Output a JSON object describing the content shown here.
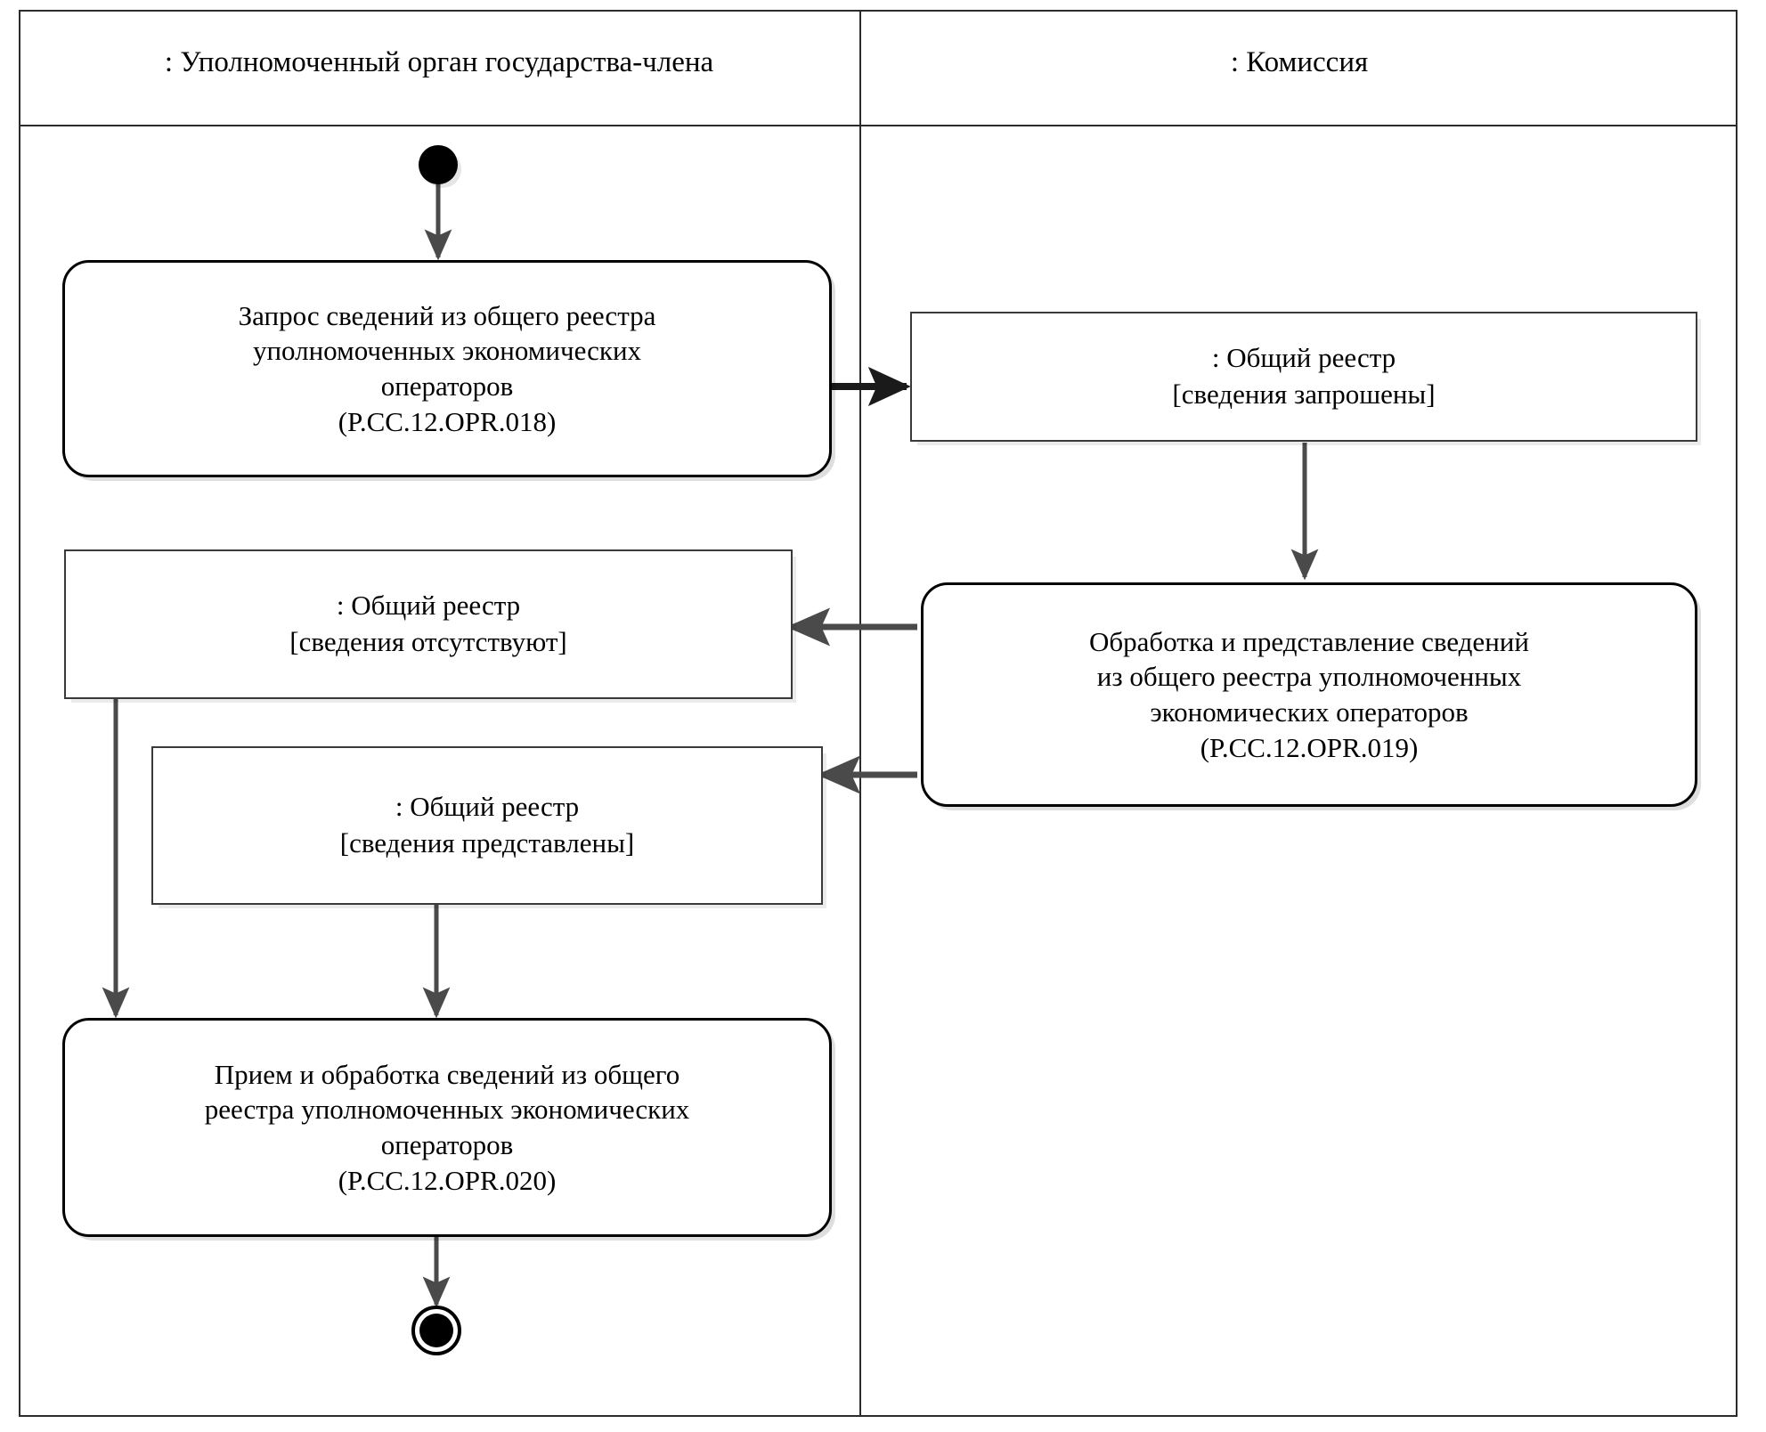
{
  "diagram": {
    "type": "uml-activity-diagram",
    "lanes": [
      {
        "id": "lane-member-state",
        "title": ": Уполномоченный орган государства-члена"
      },
      {
        "id": "lane-commission",
        "title": ": Комиссия"
      }
    ],
    "nodes": {
      "start": {
        "kind": "initial-node",
        "lane": "lane-member-state"
      },
      "activity_018": {
        "kind": "activity",
        "lane": "lane-member-state",
        "lines": [
          "Запрос сведений из общего реестра",
          "уполномоченных экономических",
          "операторов",
          "(P.CC.12.OPR.018)"
        ],
        "code": "P.CC.12.OPR.018"
      },
      "object_requested": {
        "kind": "object-node",
        "lane": "lane-commission",
        "lines": [
          ": Общий реестр",
          "[сведения запрошены]"
        ],
        "name": ": Общий реестр",
        "state": "[сведения запрошены]"
      },
      "activity_019": {
        "kind": "activity",
        "lane": "lane-commission",
        "lines": [
          "Обработка и представление сведений",
          "из общего реестра уполномоченных",
          "экономических операторов",
          "(P.CC.12.OPR.019)"
        ],
        "code": "P.CC.12.OPR.019"
      },
      "object_absent": {
        "kind": "object-node",
        "lane": "lane-member-state",
        "lines": [
          ": Общий реестр",
          "[сведения отсутствуют]"
        ],
        "name": ": Общий реестр",
        "state": "[сведения отсутствуют]"
      },
      "object_provided": {
        "kind": "object-node",
        "lane": "lane-member-state",
        "lines": [
          ": Общий реестр",
          "[сведения представлены]"
        ],
        "name": ": Общий реестр",
        "state": "[сведения представлены]"
      },
      "activity_020": {
        "kind": "activity",
        "lane": "lane-member-state",
        "lines": [
          "Прием и обработка сведений из общего",
          "реестра уполномоченных экономических",
          "операторов",
          "(P.CC.12.OPR.020)"
        ],
        "code": "P.CC.12.OPR.020"
      },
      "end": {
        "kind": "final-node",
        "lane": "lane-member-state"
      }
    },
    "edges": [
      {
        "from": "start",
        "to": "activity_018",
        "label": ""
      },
      {
        "from": "activity_018",
        "to": "object_requested",
        "label": ""
      },
      {
        "from": "object_requested",
        "to": "activity_019",
        "label": ""
      },
      {
        "from": "activity_019",
        "to": "object_absent",
        "label": ""
      },
      {
        "from": "activity_019",
        "to": "object_provided",
        "label": ""
      },
      {
        "from": "object_absent",
        "to": "activity_020",
        "label": ""
      },
      {
        "from": "object_provided",
        "to": "activity_020",
        "label": ""
      },
      {
        "from": "activity_020",
        "to": "end",
        "label": ""
      }
    ],
    "colors": {
      "frame_stroke": "#2b2b2b",
      "activity_stroke": "#000000",
      "object_stroke": "#3a3a3a",
      "edge_stroke": "#4a4a4a",
      "node_fill": "#ffffff",
      "terminal_fill": "#000000",
      "background": "#ffffff"
    }
  }
}
